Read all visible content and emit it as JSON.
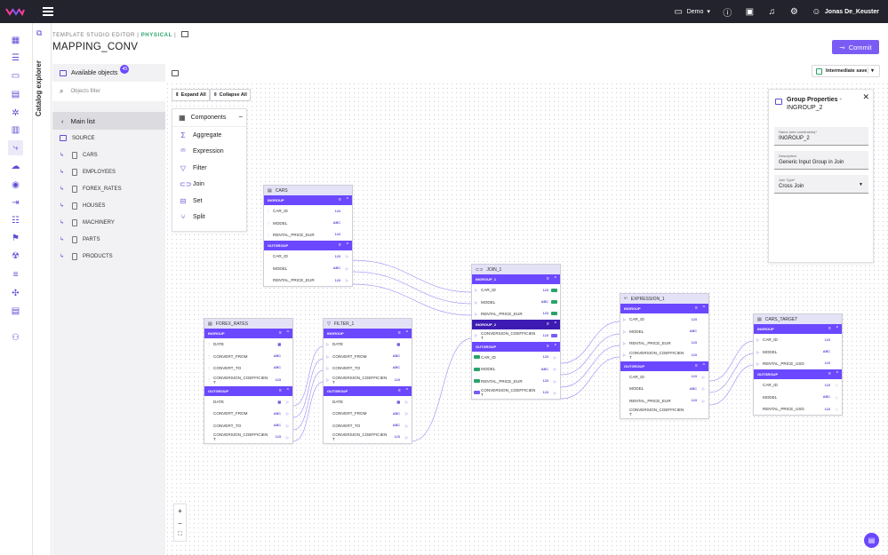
{
  "header": {
    "breadcrumb_prefix": "TEMPLATE STUDIO EDITOR |",
    "breadcrumb_phys": "PHYSICAL",
    "breadcrumb_sep": "|",
    "title": "MAPPING_CONV",
    "commit_label": "Commit",
    "intermediate_save_label": "Intermediate save"
  },
  "topbar": {
    "workspace": "Demo",
    "user": "Jonas De_Keuster"
  },
  "catalog": {
    "vertical_title": "Catalog explorer",
    "available_label": "Available objects",
    "available_count": "45",
    "filter_placeholder": "Objects filter",
    "main_list_label": "Main list",
    "source_label": "SOURCE",
    "items": [
      "CARS",
      "EMPLOYEES",
      "FOREX_RATES",
      "HOUSES",
      "MACHINERY",
      "PARTS",
      "PRODUCTS"
    ]
  },
  "toolbar": {
    "expand_all": "Expand All",
    "collapse_all": "Collapse All"
  },
  "components": {
    "title": "Components",
    "items": [
      "Aggregate",
      "Expression",
      "Filter",
      "Join",
      "Set",
      "Split"
    ]
  },
  "nodes": {
    "cars": {
      "title": "CARS",
      "in_group": "INGROUP",
      "in_fields": [
        {
          "name": "CAR_ID",
          "type": "123"
        },
        {
          "name": "MODEL",
          "type": "ABC"
        },
        {
          "name": "RENTAL_PRICE_EUR",
          "type": "123"
        }
      ],
      "out_group": "OUTGROUP",
      "out_fields": [
        {
          "name": "CAR_ID",
          "type": "123"
        },
        {
          "name": "MODEL",
          "type": "ABC"
        },
        {
          "name": "RENTAL_PRICE_EUR",
          "type": "123"
        }
      ]
    },
    "forex": {
      "title": "FOREX_RATES",
      "in_group": "INGROUP",
      "in_fields": [
        {
          "name": "DATE",
          "type": "date"
        },
        {
          "name": "CONVERT_FROM",
          "type": "ABC"
        },
        {
          "name": "CONVERT_TO",
          "type": "ABC"
        },
        {
          "name": "CONVERSION_COEFFICIEN T",
          "type": "123"
        }
      ],
      "out_group": "OUTGROUP",
      "out_fields": [
        {
          "name": "DATE",
          "type": "date"
        },
        {
          "name": "CONVERT_FROM",
          "type": "ABC"
        },
        {
          "name": "CONVERT_TO",
          "type": "ABC"
        },
        {
          "name": "CONVERSION_COEFFICIEN T",
          "type": "123"
        }
      ]
    },
    "filter": {
      "title": "FILTER_1",
      "in_group": "INGROUP",
      "in_fields": [
        {
          "name": "DATE",
          "type": "date"
        },
        {
          "name": "CONVERT_FROM",
          "type": "ABC"
        },
        {
          "name": "CONVERT_TO",
          "type": "ABC"
        },
        {
          "name": "CONVERSION_COEFFICIEN T",
          "type": "123"
        }
      ],
      "out_group": "OUTGROUP",
      "out_fields": [
        {
          "name": "DATE",
          "type": "date"
        },
        {
          "name": "CONVERT_FROM",
          "type": "ABC"
        },
        {
          "name": "CONVERT_TO",
          "type": "ABC"
        },
        {
          "name": "CONVERSION_COEFFICIEN T",
          "type": "123"
        }
      ]
    },
    "join": {
      "title": "JOIN_1",
      "in_group": "INGROUP_1",
      "in_fields": [
        {
          "name": "CAR_ID",
          "type": "123"
        },
        {
          "name": "MODEL",
          "type": "ABC"
        },
        {
          "name": "RENTAL_PRICE_EUR",
          "type": "123"
        }
      ],
      "in_group2": "INGROUP_2",
      "in_fields2": [
        {
          "name": "CONVERSION_COEFFICIEN T",
          "type": "123"
        }
      ],
      "out_group": "OUTGROUP",
      "out_fields": [
        {
          "name": "CAR_ID",
          "type": "123"
        },
        {
          "name": "MODEL",
          "type": "ABC"
        },
        {
          "name": "RENTAL_PRICE_EUR",
          "type": "123"
        },
        {
          "name": "CONVERSION_COEFFICIEN T",
          "type": "123"
        }
      ]
    },
    "expression": {
      "title": "EXPRESSION_1",
      "in_group": "INGROUP",
      "in_fields": [
        {
          "name": "CAR_ID",
          "type": "123"
        },
        {
          "name": "MODEL",
          "type": "ABC"
        },
        {
          "name": "RENTAL_PRICE_EUR",
          "type": "123"
        },
        {
          "name": "CONVERSION_COEFFICIEN T",
          "type": "123"
        }
      ],
      "out_group": "OUTGROUP",
      "out_fields": [
        {
          "name": "CAR_ID",
          "type": "123"
        },
        {
          "name": "MODEL",
          "type": "ABC"
        },
        {
          "name": "RENTAL_PRICE_EUR",
          "type": "123"
        },
        {
          "name": "CONVERSION_COEFFICIEN T",
          "type": ""
        }
      ]
    },
    "target": {
      "title": "CARS_TARGET",
      "in_group": "INGROUP",
      "in_fields": [
        {
          "name": "CAR_ID",
          "type": "123"
        },
        {
          "name": "MODEL",
          "type": "ABC"
        },
        {
          "name": "RENTAL_PRICE_USD",
          "type": "123"
        }
      ],
      "out_group": "OUTGROUP",
      "out_fields": [
        {
          "name": "CAR_ID",
          "type": "123"
        },
        {
          "name": "MODEL",
          "type": "ABC"
        },
        {
          "name": "RENTAL_PRICE_USD",
          "type": "123"
        }
      ]
    }
  },
  "properties": {
    "title_bold": "Group Properties",
    "title_rest": " - INGROUP_2",
    "name_label": "Name (see constraints)*",
    "name_value": "INGROUP_2",
    "desc_label": "Description",
    "desc_value": "Generic Input Group in Join",
    "jointype_label": "Join Type*",
    "jointype_value": "Cross Join"
  },
  "zoom": {
    "plus": "+",
    "minus": "−",
    "fit": "⛶"
  },
  "colors": {
    "accent": "#6b48ff",
    "accent_dark": "#3d1bb3",
    "topbar": "#23232d",
    "green": "#2aa36b"
  }
}
